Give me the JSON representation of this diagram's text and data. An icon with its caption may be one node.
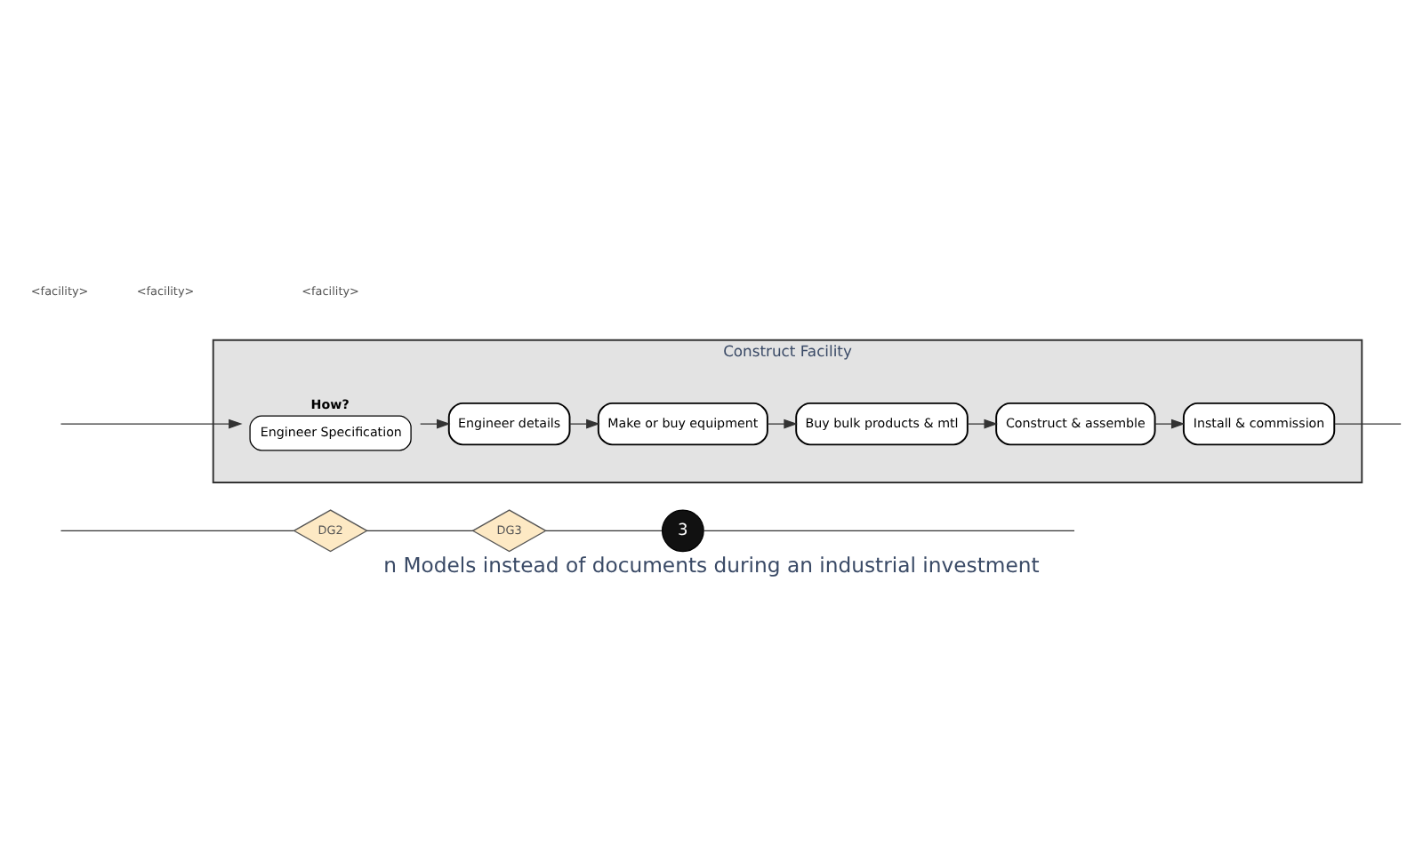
{
  "diagram": {
    "caption": "n Models instead of documents during an industrial investment",
    "nodes": [
      {
        "text": [
          "DG2"
        ]
      },
      {
        "text": [
          "DG3"
        ]
      },
      {
        "text": [
          "3"
        ]
      },
      {
        "text": [
          "Construct Facility"
        ]
      },
      {
        "text": [
          "Engineer Specification"
        ],
        "in": 3,
        "beside": [
          "How?"
        ]
      },
      {
        "text": [
          "Engineer details"
        ],
        "in": 3
      },
      {
        "text": [
          "Make or buy equipment"
        ],
        "in": 3
      },
      {
        "text": [
          "Buy bulk products & mtl"
        ],
        "in": 3
      },
      {
        "text": [
          "Construct & assemble"
        ],
        "in": 3
      },
      {
        "text": [
          "Install & commission"
        ],
        "in": 3
      }
    ],
    "edges": [
      {
        "from": null,
        "to": 0,
        "arrow": "none"
      },
      {
        "from": 0,
        "to": 1,
        "arrow": "none"
      },
      {
        "from": 1,
        "to": 2,
        "arrow": "none"
      },
      {
        "from": 2,
        "to": null,
        "arrow": "none"
      },
      {
        "from": null,
        "to": 4,
        "arrow": "to"
      },
      {
        "from": 4,
        "to": 5,
        "arrow": "to"
      },
      {
        "from": 5,
        "to": 6,
        "arrow": "to"
      },
      {
        "from": 6,
        "to": 7,
        "arrow": "to"
      },
      {
        "from": 7,
        "to": 8,
        "arrow": "to"
      },
      {
        "from": 8,
        "to": 9,
        "arrow": "to"
      },
      {
        "from": 9,
        "to": null,
        "arrow": "none"
      }
    ],
    "labels": [
      "<facility>",
      "<facility>",
      "<facility>"
    ]
  }
}
